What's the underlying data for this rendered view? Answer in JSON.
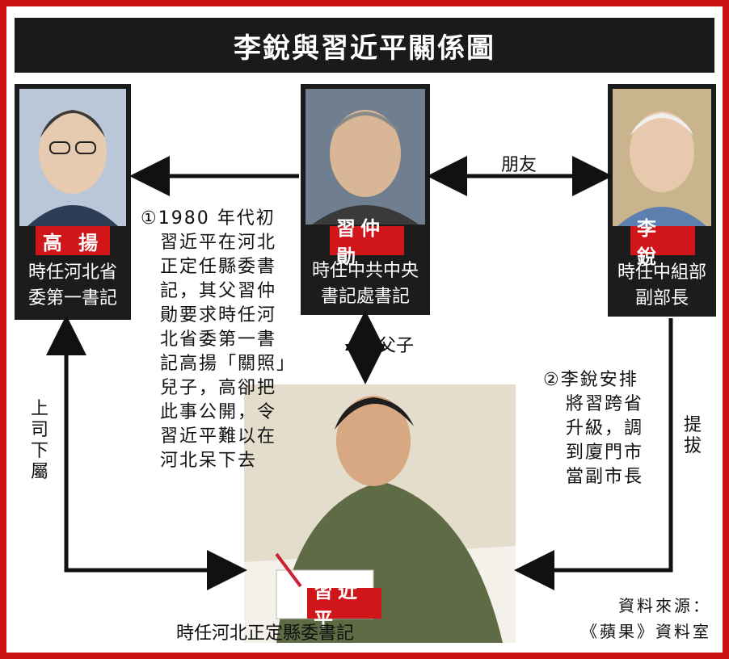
{
  "title": "李銳與習近平關係圖",
  "people": {
    "gao_yang": {
      "name": "高 揚",
      "role_lines": [
        "時任河北省",
        "委第一書記"
      ]
    },
    "xi_zhongxun": {
      "name": "習仲勛",
      "role_lines": [
        "時任中共中央",
        "書記處書記"
      ]
    },
    "li_rui": {
      "name": "李 銳",
      "role_lines": [
        "時任中組部",
        "副部長"
      ]
    },
    "xi_jinping": {
      "name": "習近平",
      "role": "時任河北正定縣委書記"
    }
  },
  "relations": {
    "friends": "朋友",
    "father_son": "父子",
    "superior_subordinate": "上司下屬",
    "promote": "提拔"
  },
  "notes": {
    "note1_lines": [
      "①1980 年代初",
      "習近平在河北",
      "正定任縣委書",
      "記，其父習仲",
      "勛要求時任河",
      "北省委第一書",
      "記高揚「關照」",
      "兒子，高卻把",
      "此事公開，令",
      "習近平難以在",
      "河北呆下去"
    ],
    "note2_lines": [
      "②李銳安排",
      "將習跨省",
      "升級，調",
      "到廈門市",
      "當副市長"
    ]
  },
  "source_lines": [
    "資料來源：",
    "《蘋果》資料室"
  ],
  "colors": {
    "border": "#cc1111",
    "name_tag": "#d0161b",
    "box": "#1c1c1c"
  }
}
